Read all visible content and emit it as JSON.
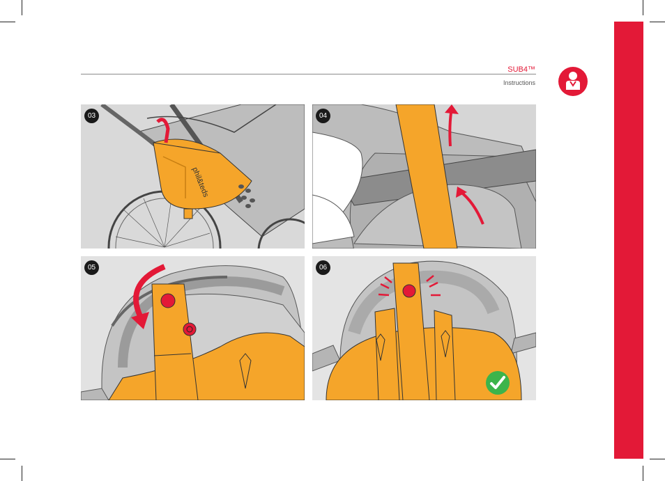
{
  "header": {
    "product": "SUB4™",
    "section": "Instructions"
  },
  "steps": [
    {
      "number": "03",
      "brand_text": "phil&teds"
    },
    {
      "number": "04"
    },
    {
      "number": "05"
    },
    {
      "number": "06"
    }
  ],
  "icons": {
    "badge": "child-seat-person-icon",
    "done": "checkmark-icon"
  },
  "colors": {
    "brand_red": "#e31937",
    "bag_orange": "#f5a52a",
    "grey": "#c8c8c8",
    "check_green": "#3cb44b"
  }
}
